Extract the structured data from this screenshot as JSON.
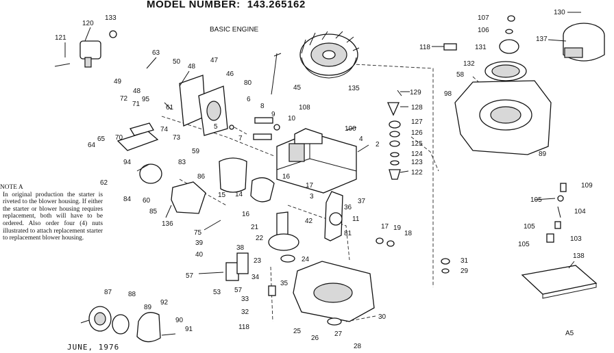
{
  "header": {
    "model_label": "MODEL NUMBER:",
    "model_number": "143.265162"
  },
  "subtitle": "BASIC ENGINE",
  "note": {
    "heading": "NOTE  A",
    "body": "In original production the starter is riveted to the blower housing. If either the starter or blower housing requires replacement, both will have to be ordered. Also order four (4) nuts illustrated to attach replacement starter to replacement blower housing."
  },
  "footer": {
    "date": "JUNE, 1976",
    "sheet": "A5"
  },
  "parts": {
    "p120": "120",
    "p133": "133",
    "p121": "121",
    "p63": "63",
    "p50": "50",
    "p48a": "48",
    "p47": "47",
    "p46": "46",
    "p49": "49",
    "p48b": "48",
    "p95": "95",
    "p61": "61",
    "p72": "72",
    "p71": "71",
    "p70": "70",
    "p74": "74",
    "p73": "73",
    "p65": "65",
    "p64": "64",
    "p94": "94",
    "p59": "59",
    "p83": "83",
    "p62": "62",
    "p84": "84",
    "p60": "60",
    "p86": "86",
    "p85": "85",
    "p136": "136",
    "p75": "75",
    "p39": "39",
    "p40": "40",
    "p15": "15",
    "p14": "14",
    "p16a": "16",
    "p16b": "16",
    "p21": "21",
    "p22": "22",
    "p23": "23",
    "p38": "38",
    "p57a": "57",
    "p53": "53",
    "p57b": "57",
    "p34": "34",
    "p35": "35",
    "p33": "33",
    "p32": "32",
    "p118a": "118",
    "p87": "87",
    "p88": "88",
    "p89a": "89",
    "p92": "92",
    "p90": "90",
    "p91": "91",
    "p80": "80",
    "p6": "6",
    "p8": "8",
    "p9": "9",
    "p10": "10",
    "p5": "5",
    "p7": "7",
    "p45": "45",
    "p135": "135",
    "p108": "108",
    "p100": "100",
    "p4": "4",
    "p2": "2",
    "p17a": "17",
    "p3": "3",
    "p42": "42",
    "p36": "36",
    "p37": "37",
    "p11": "11",
    "p81": "81",
    "p24": "24",
    "p25": "25",
    "p26": "26",
    "p27": "27",
    "p28": "28",
    "p30": "30",
    "p17b": "17",
    "p19": "19",
    "p18": "18",
    "p31": "31",
    "p29": "29",
    "p129": "129",
    "p128": "128",
    "p127": "127",
    "p126": "126",
    "p125": "125",
    "p124": "124",
    "p123": "123",
    "p122": "122",
    "p118b": "118",
    "p98": "98",
    "p58": "58",
    "p107": "107",
    "p106": "106",
    "p131": "131",
    "p132": "132",
    "p130": "130",
    "p137": "137",
    "p89b": "89",
    "p109": "109",
    "p105a": "105",
    "p104": "104",
    "p105b": "105",
    "p103": "103",
    "p105c": "105",
    "p138": "138"
  }
}
